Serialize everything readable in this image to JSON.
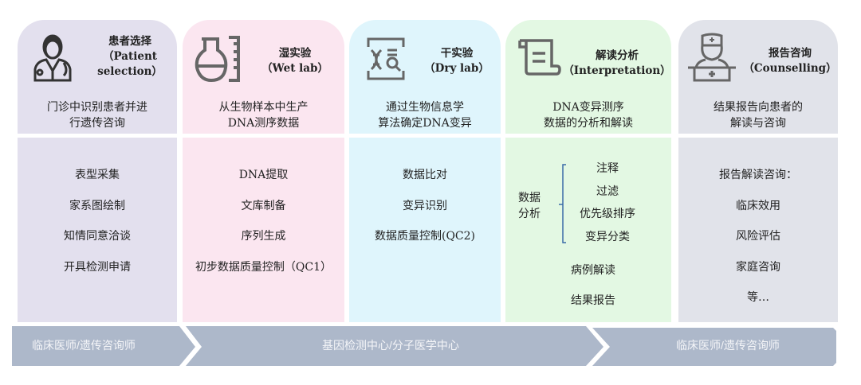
{
  "columns": [
    {
      "title": "患者选择",
      "subtitle": "（Patient selection）",
      "desc": [
        "门诊中识别患者并进",
        "行遗传咨询"
      ],
      "items": [
        "表型采集",
        "家系图绘制",
        "知情同意洽谈",
        "开具检测申请"
      ],
      "color": "#e3e0ee",
      "icon": "doctor-icon"
    },
    {
      "title": "湿实验",
      "subtitle": "（Wet lab）",
      "desc": [
        "从生物样本中生产",
        "DNA测序数据"
      ],
      "items": [
        "DNA提取",
        "文库制备",
        "序列生成",
        "初步数据质量控制（QC1）"
      ],
      "color": "#fbe6f0",
      "icon": "flask-icon"
    },
    {
      "title": "干实验",
      "subtitle": "（Dry lab）",
      "desc": [
        "通过生物信息学",
        "算法确定DNA变异"
      ],
      "items": [
        "数据比对",
        "变异识别",
        "数据质量控制(QC2)"
      ],
      "color": "#dff5fc",
      "icon": "dna-search-icon"
    },
    {
      "title": "解读分析",
      "subtitle": "（Interpretation）",
      "desc": [
        "DNA变异测序",
        "数据的分析和解读"
      ],
      "analysis_label": [
        "数据",
        "分析"
      ],
      "analysis_items": [
        "注释",
        "过滤",
        "优先级排序",
        "变异分类"
      ],
      "items": [
        "病例解读",
        "结果报告"
      ],
      "color": "#e3f8e3",
      "icon": "scroll-icon"
    },
    {
      "title": "报告咨询",
      "subtitle": "（Counselling）",
      "desc": [
        "结果报告向患者的",
        "解读与咨询"
      ],
      "items": [
        "报告解读咨询：",
        "临床效用",
        "风险评估",
        "家庭咨询",
        "等…"
      ],
      "color": "#e1e3ea",
      "icon": "nurse-icon"
    }
  ],
  "bar": {
    "segments": [
      "临床医师/遗传咨询师",
      "基因检测中心/分子医学中心",
      "临床医师/遗传咨询师"
    ],
    "color": "#adb8ca"
  }
}
